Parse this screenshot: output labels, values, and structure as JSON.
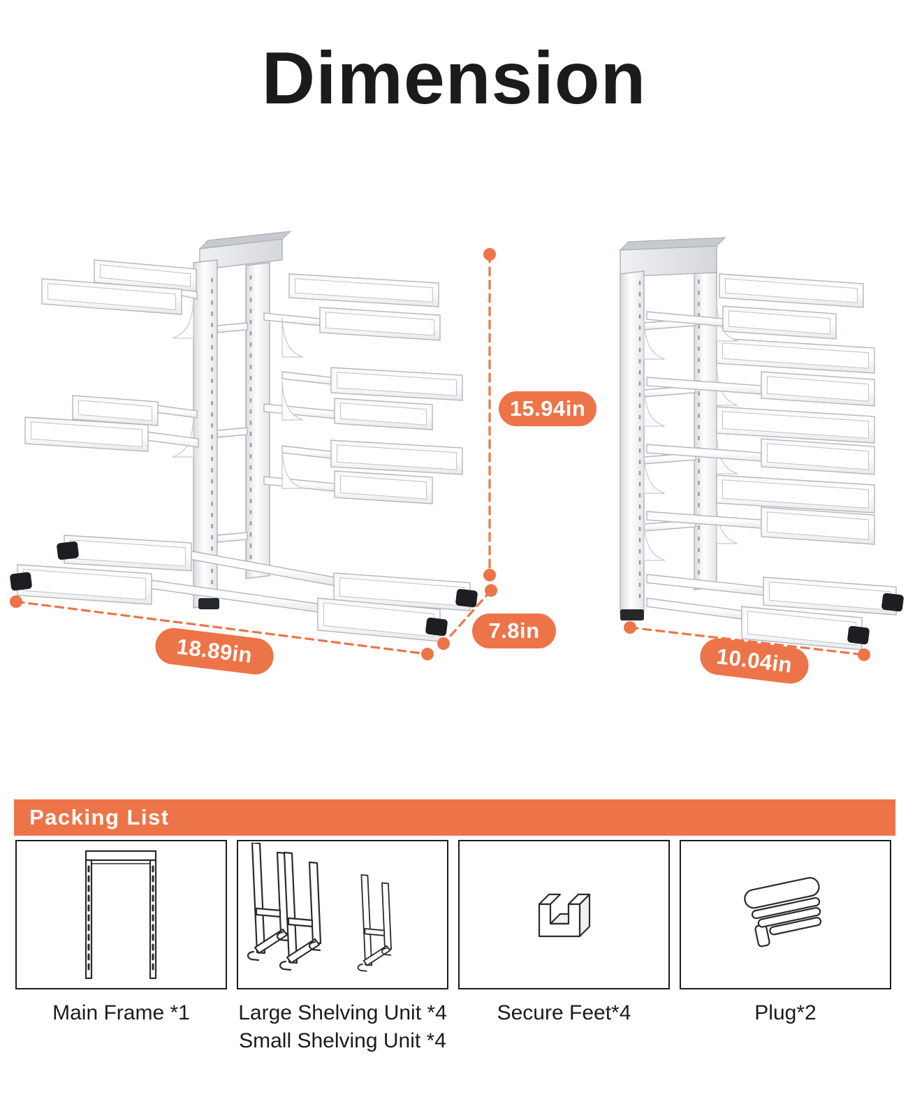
{
  "page_title": "Dimension",
  "colors": {
    "accent": "#ED7448",
    "title": "#1B1B1B"
  },
  "dimension_badges": {
    "height": "15.94in",
    "depth": "7.8in",
    "width_left": "18.89in",
    "width_right": "10.04in"
  },
  "packing_list": {
    "header": "Packing List",
    "items": [
      {
        "label": "Main Frame *1"
      },
      {
        "label": "Large Shelving Unit *4",
        "label2": "Small Shelving Unit *4"
      },
      {
        "label": "Secure Feet*4"
      },
      {
        "label": "Plug*2"
      }
    ]
  }
}
